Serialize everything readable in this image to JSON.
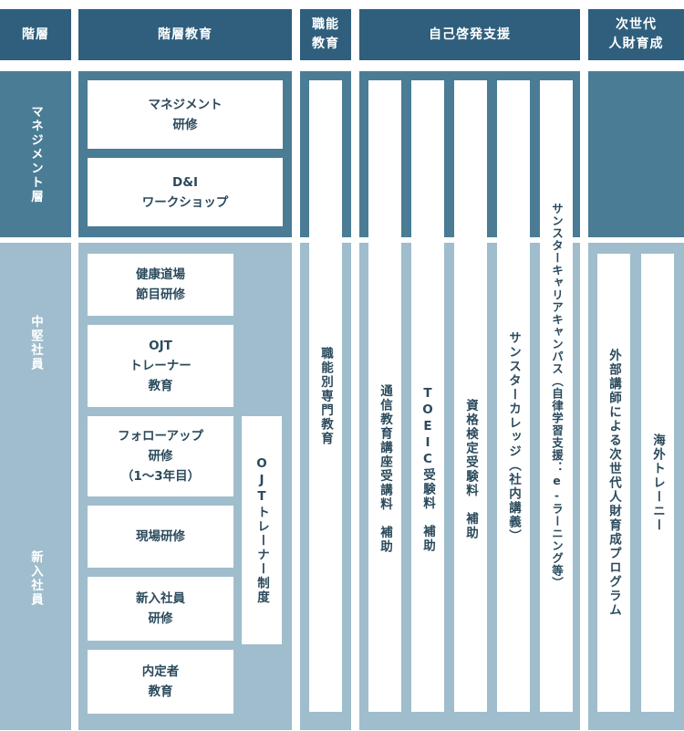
{
  "headers": {
    "level": "階層",
    "tier_education": "階層教育",
    "job_education": "職能\n教育",
    "self_development": "自己啓発支援",
    "next_generation": "次世代\n人財育成"
  },
  "levels": {
    "management": "マネジメント層",
    "mid_career": "中堅社員",
    "new_hire": "新入社員"
  },
  "tier_boxes": {
    "management_training": "マネジメント\n研修",
    "di_workshop": "D&I\nワークショップ",
    "health_training": "健康道場\n節目研修",
    "ojt_trainer_education": "OJT\nトレーナー\n教育",
    "followup_training": "フォローアップ\n研修\n（1〜3年目）",
    "onsite_training": "現場研修",
    "new_hire_training": "新入社員\n研修",
    "offer_holder_education": "内定者\n教育",
    "ojt_trainer_system": "OJTトレーナー制度"
  },
  "job_education_column": "職能別専門教育",
  "self_development_columns": [
    "通信教育講座受講料　補助",
    "TOEIC受験料　補助",
    "資格検定受験料　補助",
    "サンスターカレッジ（社内講義）",
    "サンスターキャリアキャンパス（自律学習支援：e-ラーニング等）"
  ],
  "next_generation_columns": [
    "外部講師による次世代人財育成プログラム",
    "海外トレーニー"
  ]
}
